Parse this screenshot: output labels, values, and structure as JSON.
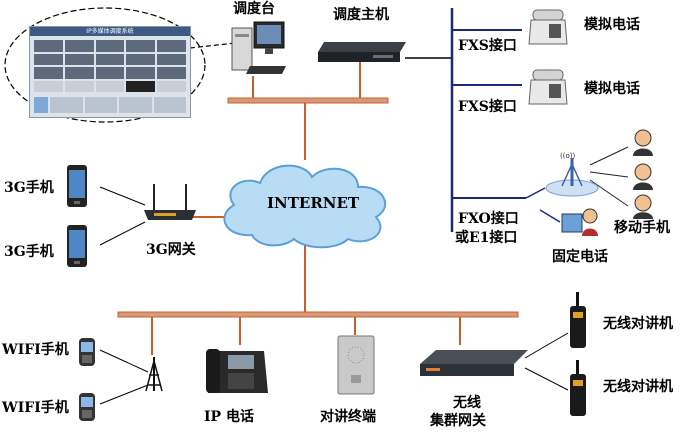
{
  "screen_title": "IP多媒体调度系统",
  "labels": {
    "dispatch_desk": "调度台",
    "dispatch_host": "调度主机",
    "fxs1": "FXS接口",
    "fxs2": "FXS接口",
    "analog_phone1": "模拟电话",
    "analog_phone2": "模拟电话",
    "internet": "INTERNET",
    "phone_3g_1": "3G手机",
    "phone_3g_2": "3G手机",
    "gateway_3g": "3G网关",
    "fxo_line1": "FXO接口",
    "fxo_line2": "或E1接口",
    "mobile_phone": "移动手机",
    "fixed_phone": "固定电话",
    "wifi_phone1": "WIFI手机",
    "wifi_phone2": "WIFI手机",
    "ip_phone": "IP 电话",
    "intercom": "对讲终端",
    "trunk_line1": "无线",
    "trunk_line2": "集群网关",
    "radio1": "无线对讲机",
    "radio2": "无线对讲机"
  },
  "colors": {
    "bus": "#c8602e",
    "link": "#000000",
    "cloud_fill": "#b9dcf5",
    "cloud_stroke": "#5b9fd8"
  },
  "icons": [
    "computer-icon",
    "server-icon",
    "desk-phone-icon",
    "cloud-icon",
    "smartphone-icon",
    "router-icon",
    "cell-tower-icon",
    "cellphone-user-icon",
    "ip-phone-icon",
    "intercom-icon",
    "gateway-icon",
    "walkie-talkie-icon",
    "antenna-icon"
  ]
}
